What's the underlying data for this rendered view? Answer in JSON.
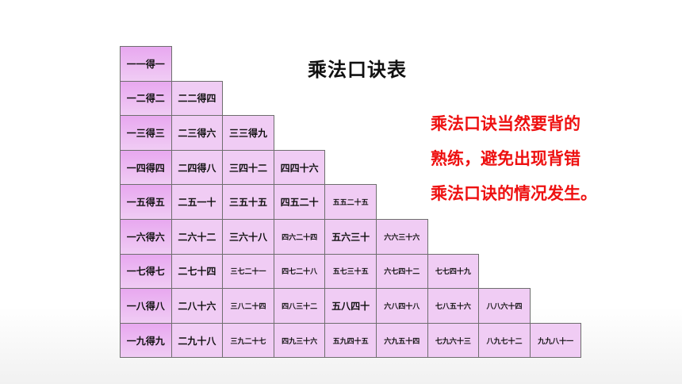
{
  "title": "乘法口诀表",
  "note": [
    "乘法口诀当然要背的",
    "熟练，避免出现背错",
    "乘法口诀的情况发生。"
  ],
  "colors": {
    "cell_fill": "#f0ccf4",
    "cell_fill_highlight": "#e8a8f0",
    "note_text": "#ee1111"
  },
  "table": {
    "rows": [
      [
        "一一得一"
      ],
      [
        "一二得二",
        "二二得四"
      ],
      [
        "一三得三",
        "二三得六",
        "三三得九"
      ],
      [
        "一四得四",
        "二四得八",
        "三四十二",
        "四四十六"
      ],
      [
        "一五得五",
        "二五一十",
        "三五十五",
        "四五二十",
        "五五二十五"
      ],
      [
        "一六得六",
        "二六十二",
        "三六十八",
        "四六二十四",
        "五六三十",
        "六六三十六"
      ],
      [
        "一七得七",
        "二七十四",
        "三七二十一",
        "四七二十八",
        "五七三十五",
        "六七四十二",
        "七七四十九"
      ],
      [
        "一八得八",
        "二八十六",
        "三八二十四",
        "四八三十二",
        "五八四十",
        "六八四十八",
        "七八五十六",
        "八八六十四"
      ],
      [
        "一九得九",
        "二九十八",
        "三九二十七",
        "四九三十六",
        "五九四十五",
        "六九五十四",
        "七九六十三",
        "八九七十二",
        "九九八十一"
      ]
    ]
  }
}
